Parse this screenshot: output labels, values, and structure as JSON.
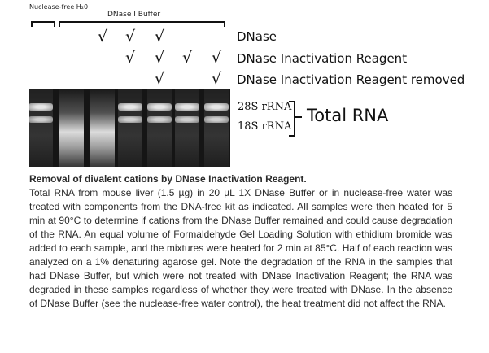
{
  "figure": {
    "nuclease_free_label": "Nuclease-free H₂0",
    "dnase_buffer_label": "DNase I Buffer",
    "check_glyph": "√",
    "rows": [
      {
        "label": "DNase",
        "checks": [
          false,
          false,
          true,
          true,
          true,
          false,
          false
        ]
      },
      {
        "label": "DNase Inactivation Reagent",
        "checks": [
          false,
          false,
          false,
          true,
          true,
          true,
          true
        ]
      },
      {
        "label": "DNase Inactivation Reagent removed",
        "checks": [
          false,
          false,
          false,
          false,
          true,
          false,
          true
        ]
      }
    ],
    "band_labels": {
      "r28": "28S rRNA",
      "r18": "18S rRNA",
      "total": "Total RNA"
    },
    "lanes": [
      {
        "state": "intact"
      },
      {
        "state": "degraded"
      },
      {
        "state": "degraded"
      },
      {
        "state": "intact"
      },
      {
        "state": "intact"
      },
      {
        "state": "intact"
      },
      {
        "state": "intact"
      }
    ]
  },
  "caption": {
    "title": "Removal of divalent cations by DNase Inactivation Reagent.",
    "body": "Total RNA from mouse liver (1.5 µg) in 20 µL 1X DNase Buffer or in nuclease-free water was treated with components from the DNA-free kit as indicated. All samples were then heated for 5 min at 90°C to determine if cations from the DNase Buffer remained and could cause degradation of the RNA. An equal volume of Formaldehyde Gel Loading Solution with ethidium bromide was added to each sample, and the mixtures were heated for 2 min at 85°C. Half of each reaction was analyzed on a 1% denaturing agarose gel. Note the degradation of the RNA in the samples that had DNase Buffer, but which were not treated with DNase Inactivation Reagent; the RNA was degraded in these samples regardless of whether they were treated with DNase. In the absence of DNase Buffer (see the nuclease-free water control), the heat treatment did not affect the RNA."
  }
}
